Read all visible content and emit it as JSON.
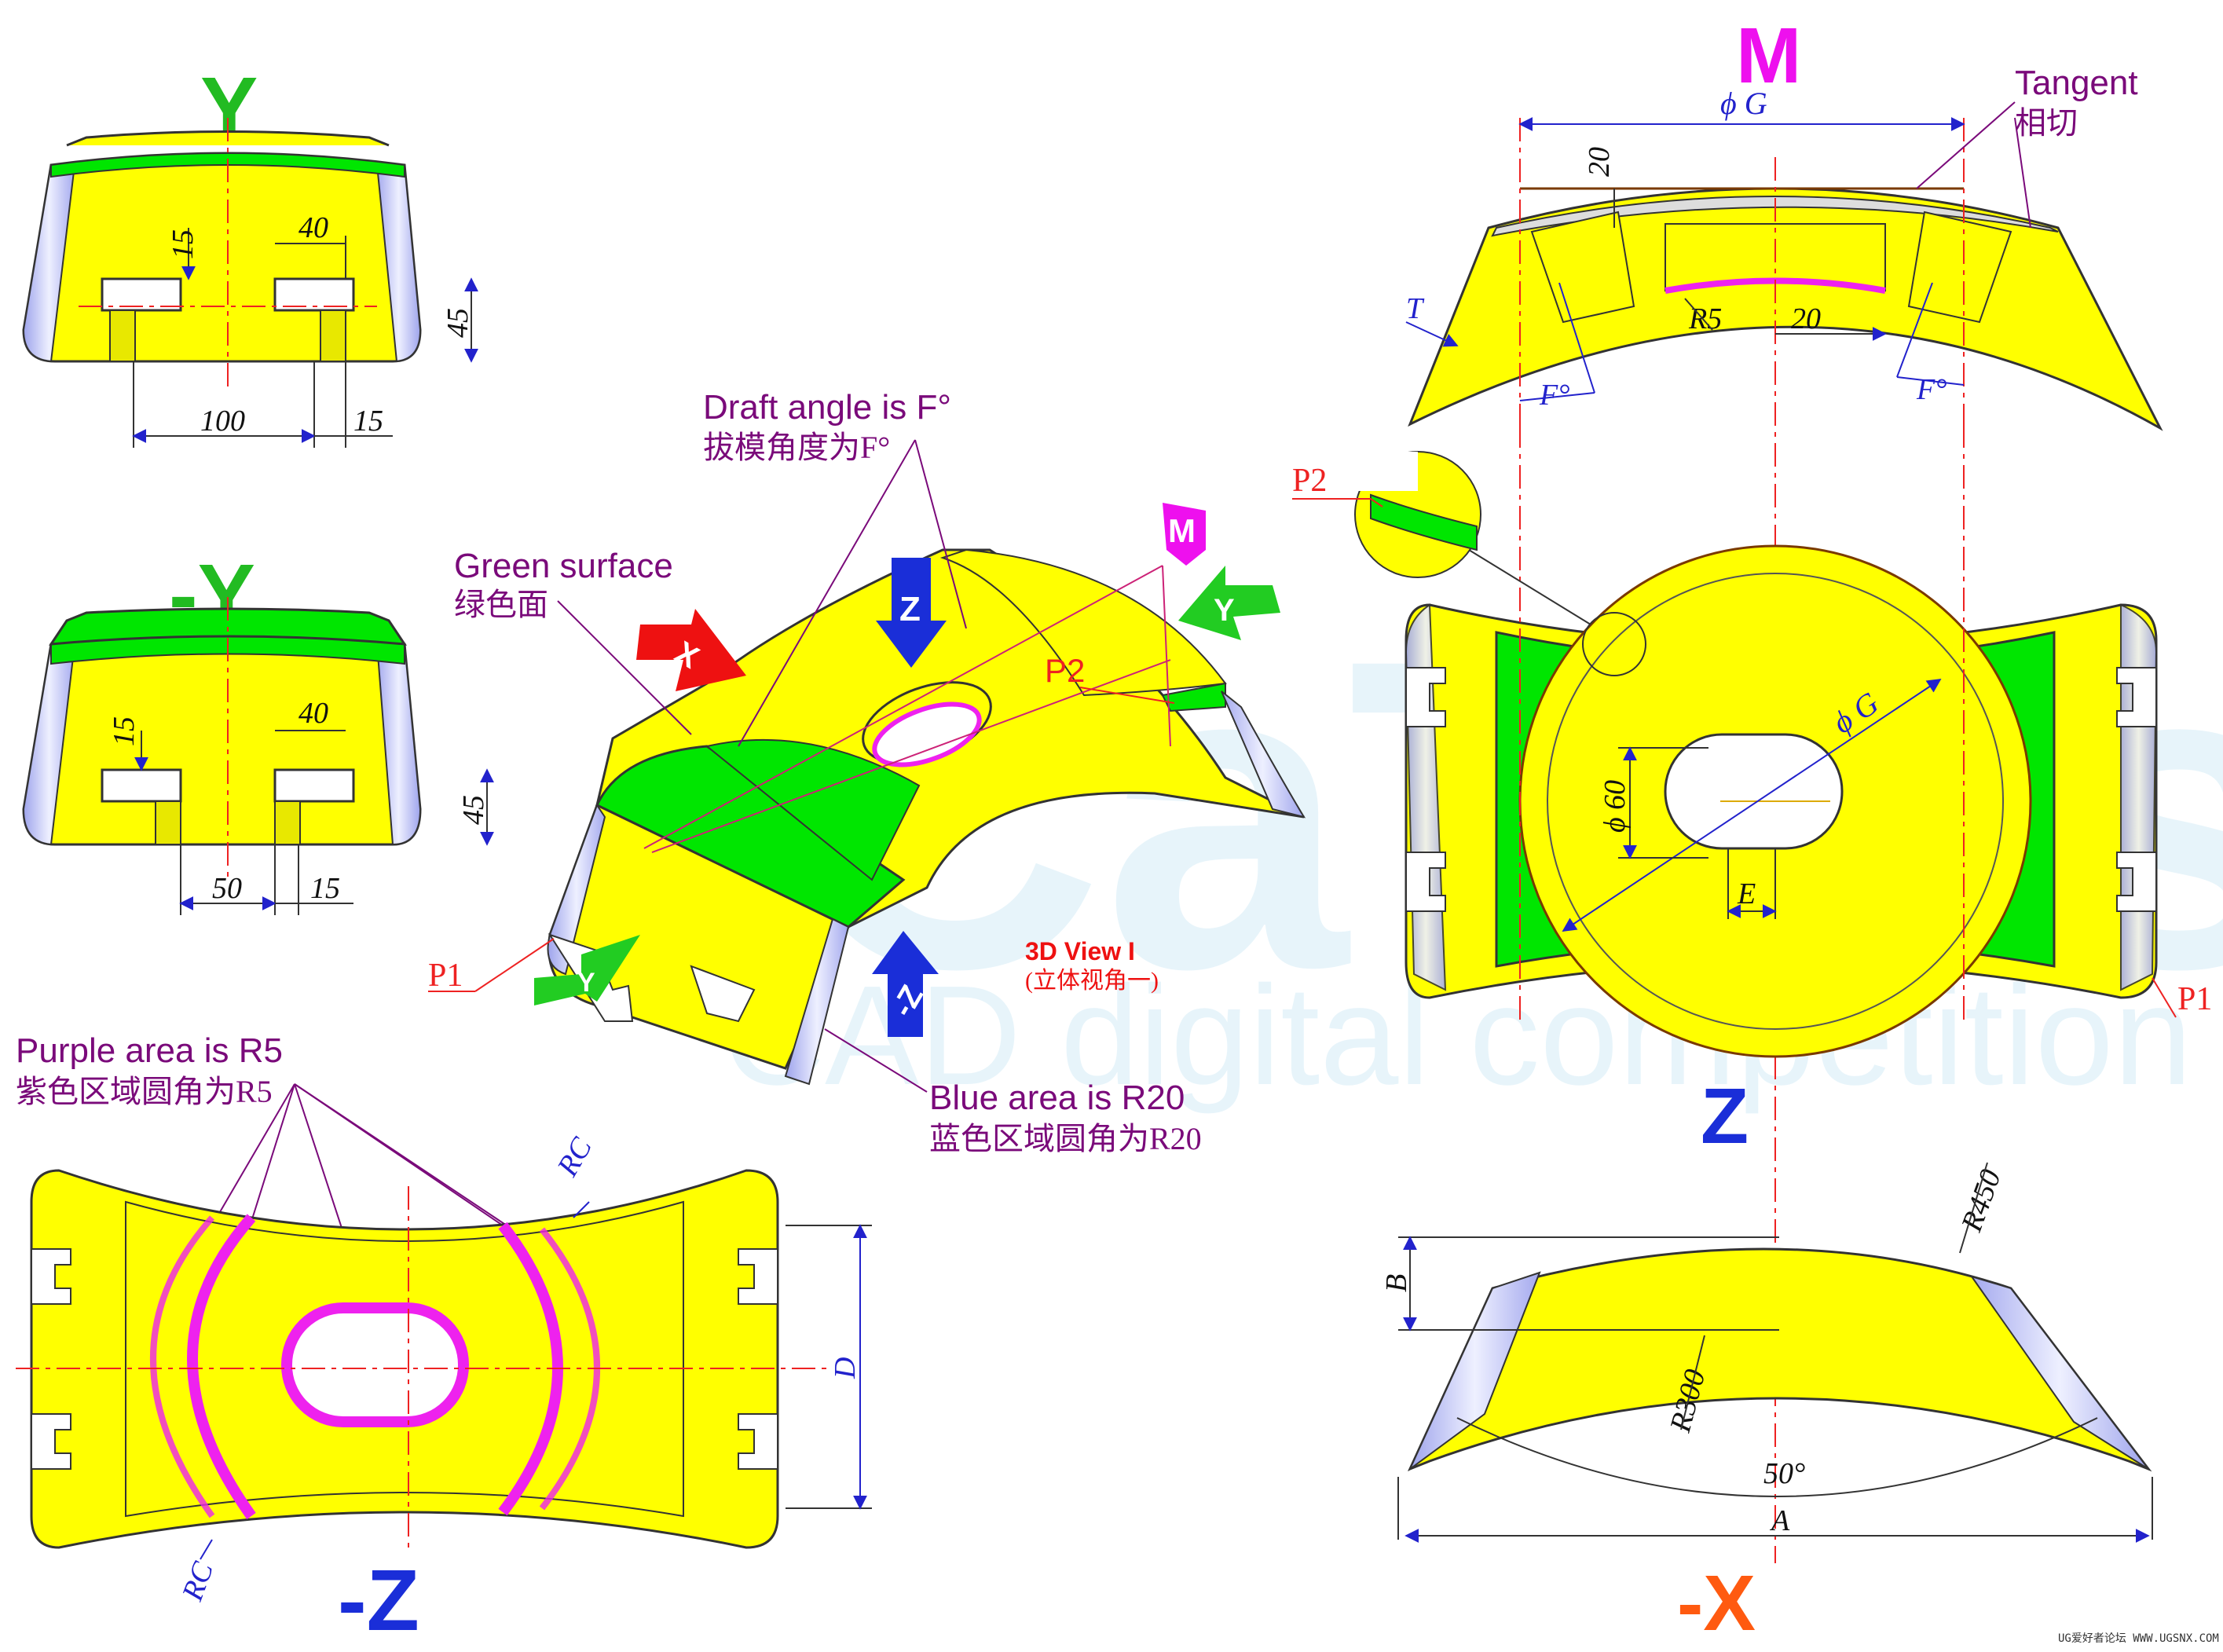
{
  "colors": {
    "yellow": "#ffff00",
    "green": "#00e600",
    "purple_fillet": "#ee22ee",
    "blue_fillet": "#b3b8f0",
    "label_purple": "#7a0a7a",
    "dim_blue": "#2222cc",
    "view_green": "#22bb22",
    "view_blue": "#1a2ed8",
    "view_orange": "#ff5a10",
    "view_magenta": "#ee10ee",
    "center_red": "#ee2222"
  },
  "views": {
    "y": "Y",
    "neg_y": "-Y",
    "m": "M",
    "z": "Z",
    "neg_z": "-Z",
    "neg_x": "-X"
  },
  "view_y": {
    "d15": "15",
    "d40": "40",
    "d45": "45",
    "d100": "100",
    "d15b": "15"
  },
  "view_negy": {
    "d15": "15",
    "d40": "40",
    "d45": "45",
    "d50": "50",
    "d15b": "15"
  },
  "view_m": {
    "dia_g": "ϕ G",
    "d20": "20",
    "d20b": "20",
    "r5": "R5",
    "t": "T",
    "f1": "F°",
    "f2": "F°",
    "tangent_en": "Tangent",
    "tangent_cn": "相切"
  },
  "view_z": {
    "p1": "P1",
    "p2": "P2",
    "dia_g": "ϕ G",
    "dia60": "ϕ 60",
    "e": "E"
  },
  "view_negz": {
    "rc1": "RC",
    "rc2": "RC",
    "d": "D"
  },
  "view_negx": {
    "r450": "R450",
    "r300": "R300",
    "b": "B",
    "a": "A",
    "angle": "50°"
  },
  "iso": {
    "title": "3D View I",
    "subtitle": "(立体视角一)",
    "p1": "P1",
    "p2": "P2",
    "arrow_x": "X",
    "arrow_y": "Y",
    "arrow_z": "Z",
    "arrow_negz": "-Z",
    "arrow_y2": "Y",
    "badge_m": "M"
  },
  "notes": {
    "draft_en": "Draft angle is F°",
    "draft_cn": "拔模角度为F°",
    "green_en": "Green surface",
    "green_cn": "绿色面",
    "purple_en": "Purple area is R5",
    "purple_cn": "紫色区域圆角为R5",
    "blue_en": "Blue area is R20",
    "blue_cn": "蓝色区域圆角为R20"
  },
  "watermark": {
    "big": "CaTICs",
    "sub": "CAD digital competition"
  },
  "footer": "UG爱好者论坛 WWW.UGSNX.COM"
}
